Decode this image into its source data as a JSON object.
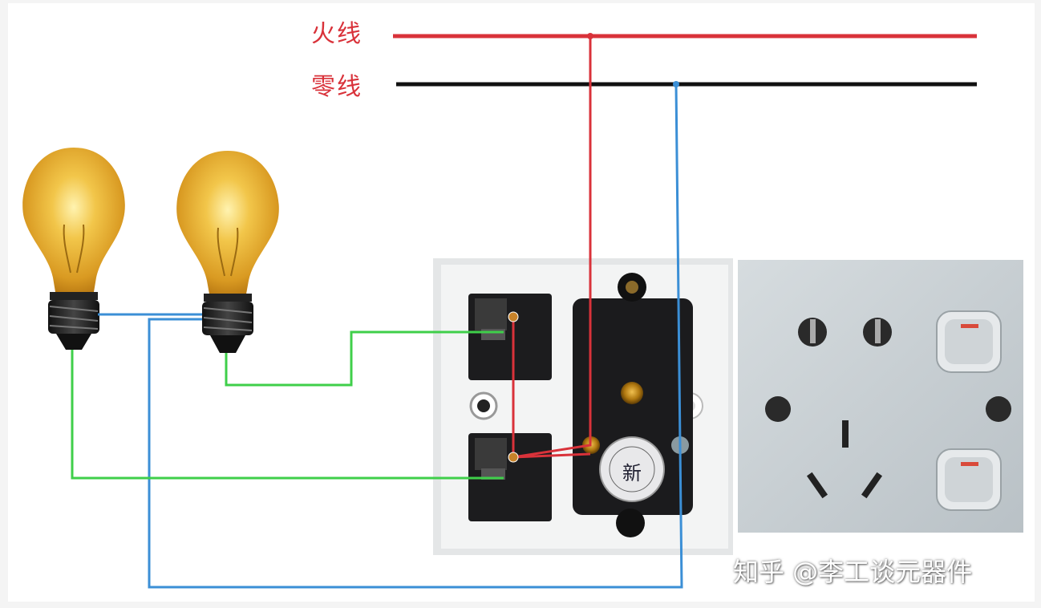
{
  "labels": {
    "live_wire": "火线",
    "neutral_wire": "零线"
  },
  "fuse_text": "新",
  "watermark": "知乎 @李工谈元器件",
  "colors": {
    "live": "#d9323a",
    "neutral": "#111111",
    "ground_or_return": "#3b8fd6",
    "switched": "#3fcf4a",
    "bulb_glass": "#e9b53c",
    "plate": "#f2f3f3",
    "socket_panel": "#c9d0d4"
  },
  "icons": {
    "bulb": "light-bulb-icon",
    "switch_module": "switch-module-icon",
    "fuse_module": "fuse-module-icon",
    "socket_panel": "socket-panel-icon"
  }
}
